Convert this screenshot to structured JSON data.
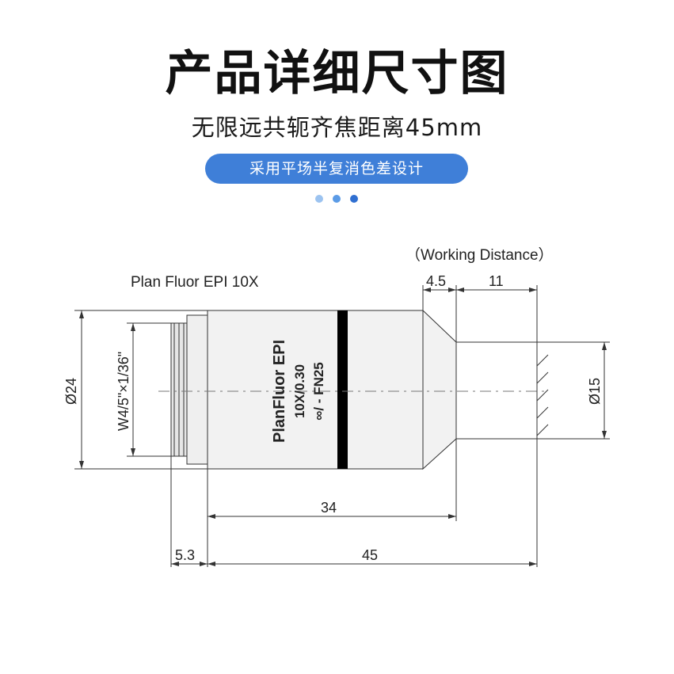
{
  "header": {
    "title": "产品详细尺寸图",
    "subtitle": "无限远共轭齐焦距离45mm",
    "pill": "采用平场半复消色差设计",
    "dot_colors": [
      "#9cc3f0",
      "#5b9be6",
      "#2f6fd1"
    ]
  },
  "drawing": {
    "model": "Plan Fluor EPI 10X",
    "working_distance_label": "（Working Distance）",
    "barrel_text": {
      "line1": "PlanFluor EPI",
      "line2": "10X/0.30",
      "line3": "∞/ -  FN25"
    },
    "dimensions": {
      "body_diameter": "Ø24",
      "thread": "W4/5\"×1/36\"",
      "front_diameter": "Ø15",
      "tip_length": "4.5",
      "working_distance": "11",
      "barrel_length": "34",
      "thread_length": "5.3",
      "parfocal_distance": "45"
    }
  }
}
